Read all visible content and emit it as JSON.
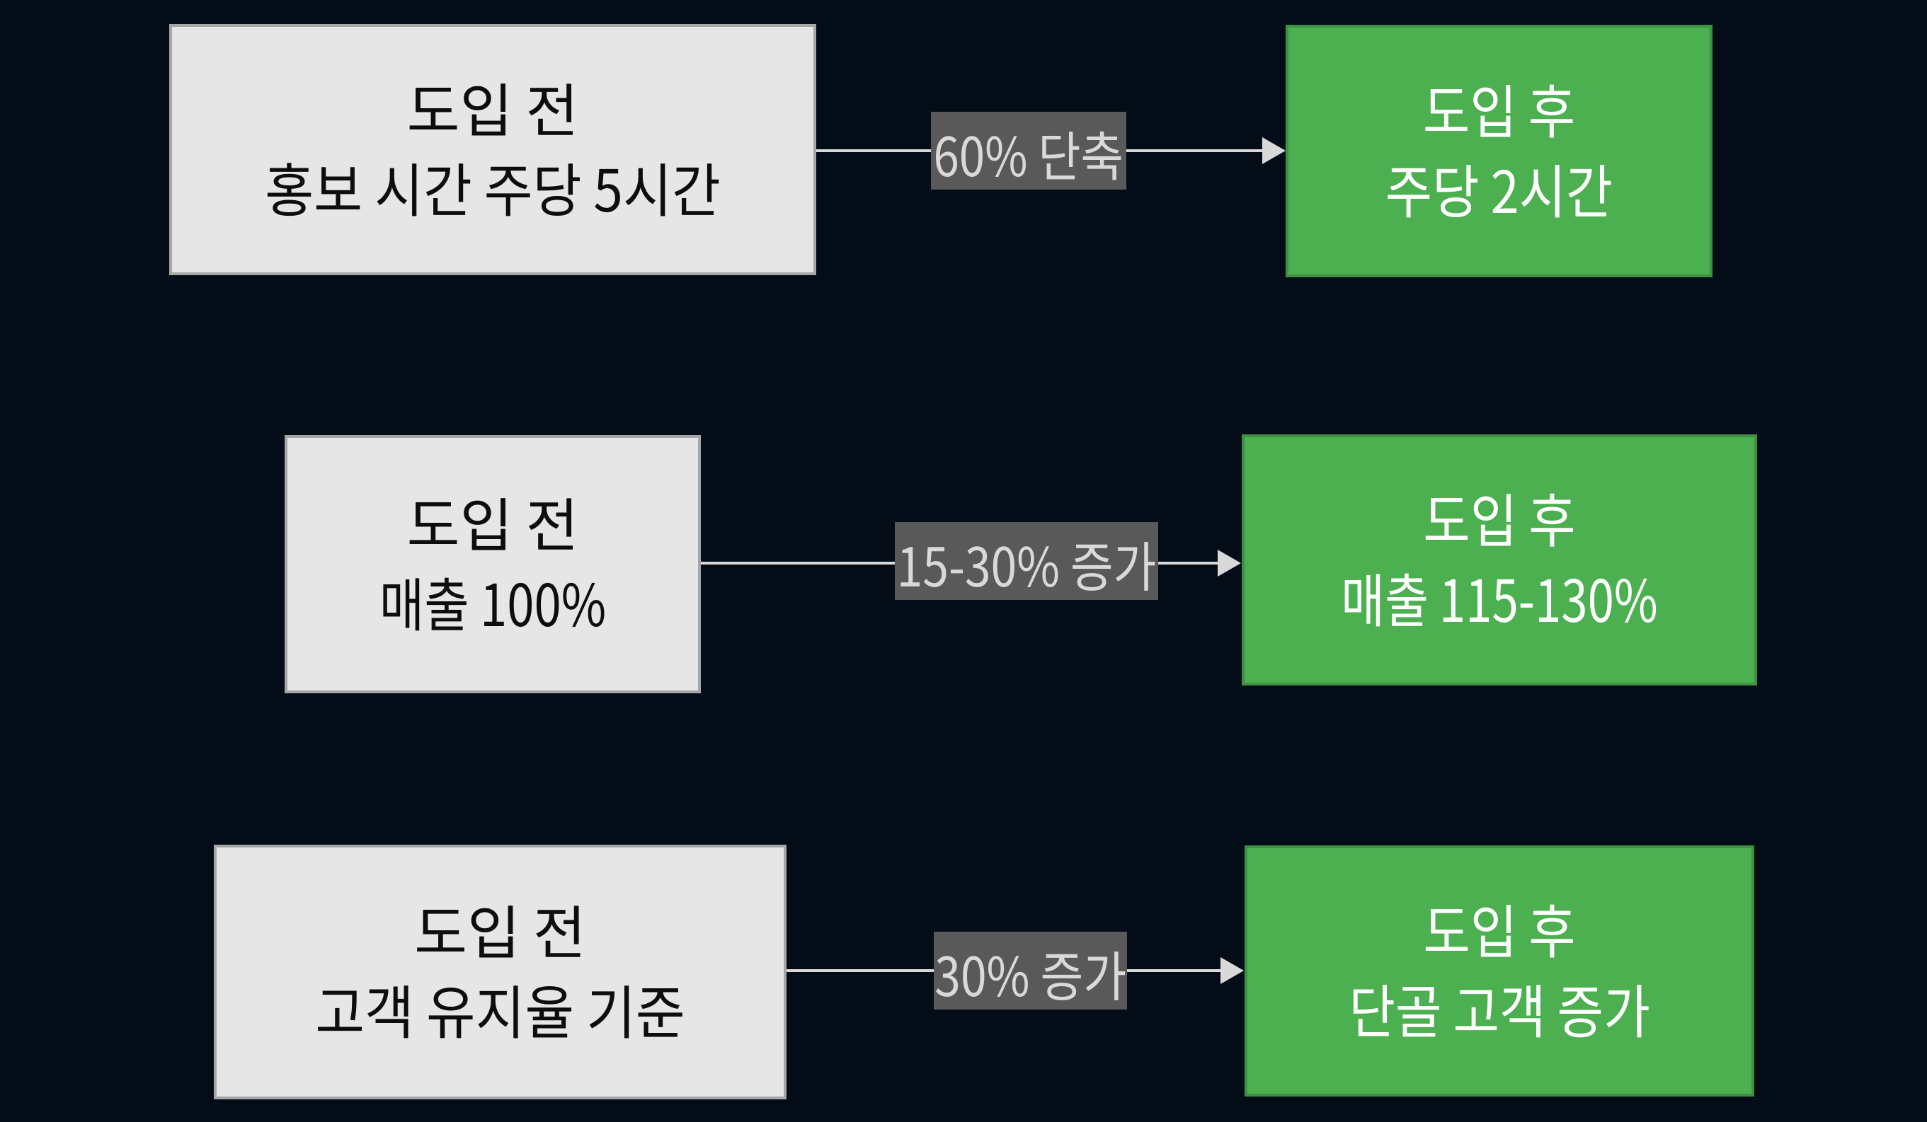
{
  "diagram": {
    "colors": {
      "background": "#040C18",
      "before_box_fill": "#E7E6E6",
      "before_box_border": "#A6A6A6",
      "before_box_text": "#0D0D0D",
      "after_box_fill": "#4CAF50",
      "after_box_border": "#3E9142",
      "after_box_text": "#FFFFFF",
      "arrow": "#D9D9D9",
      "badge_fill": "#595959",
      "badge_text": "#D9D9D9"
    },
    "rows": [
      {
        "before": {
          "line1": "도입 전",
          "line2": "홍보 시간 주당 5시간"
        },
        "arrow_label": "60% 단축",
        "after": {
          "line1": "도입 후",
          "line2": "주당 2시간"
        }
      },
      {
        "before": {
          "line1": "도입 전",
          "line2": "매출 100%"
        },
        "arrow_label": "15-30% 증가",
        "after": {
          "line1": "도입 후",
          "line2": "매출 115-130%"
        }
      },
      {
        "before": {
          "line1": "도입 전",
          "line2": "고객 유지율 기준"
        },
        "arrow_label": "30% 증가",
        "after": {
          "line1": "도입 후",
          "line2": "단골 고객 증가"
        }
      }
    ]
  }
}
